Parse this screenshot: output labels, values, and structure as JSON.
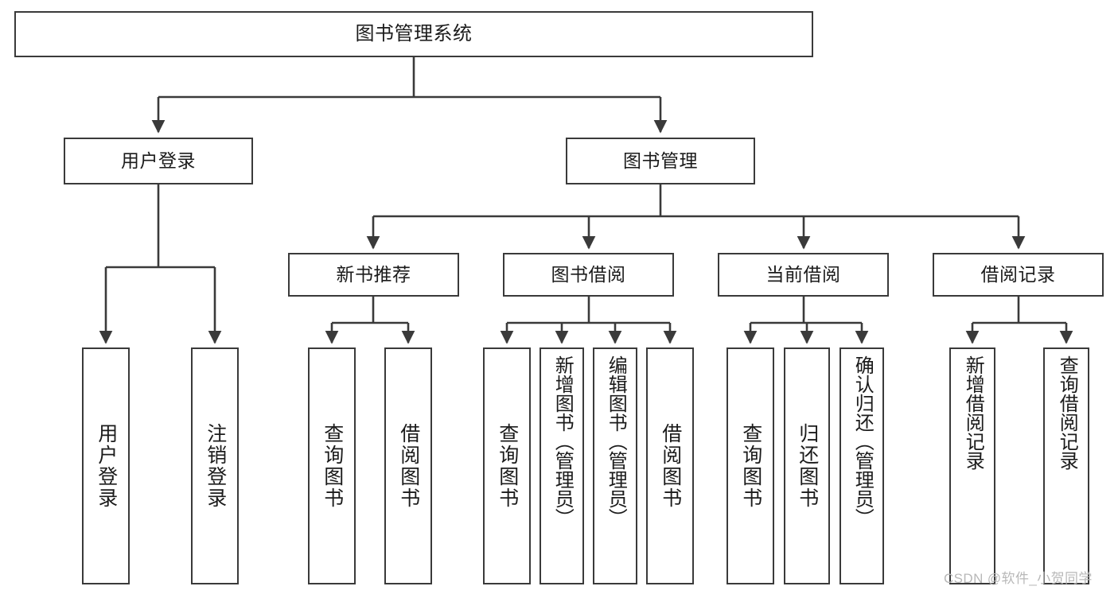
{
  "diagram": {
    "title": "图书管理系统",
    "type": "hierarchy-tree",
    "line_color": "#3a3a3a",
    "box_fill": "#ffffff",
    "background": "#ffffff",
    "levels": 4,
    "nodes": {
      "root": {
        "label": "图书管理系统",
        "level": 0
      },
      "user_login": {
        "label": "用户登录",
        "level": 1
      },
      "book_manage": {
        "label": "图书管理",
        "level": 1
      },
      "new_book_rec": {
        "label": "新书推荐",
        "level": 2
      },
      "book_borrow": {
        "label": "图书借阅",
        "level": 2
      },
      "current_borrow": {
        "label": "当前借阅",
        "level": 2
      },
      "borrow_record": {
        "label": "借阅记录",
        "level": 2
      },
      "leaf_user_login": {
        "label": "用户登录",
        "level": 3
      },
      "leaf_logout": {
        "label": "注销登录",
        "level": 3
      },
      "leaf_query_book_1": {
        "label": "查询图书",
        "level": 3
      },
      "leaf_borrow_book_1": {
        "label": "借阅图书",
        "level": 3
      },
      "leaf_query_book_2": {
        "label": "查询图书",
        "level": 3
      },
      "leaf_add_book": {
        "label": "新增图书（管理员）",
        "level": 3
      },
      "leaf_edit_book": {
        "label": "编辑图书（管理员）",
        "level": 3
      },
      "leaf_borrow_book_2": {
        "label": "借阅图书",
        "level": 3
      },
      "leaf_query_book_3": {
        "label": "查询图书",
        "level": 3
      },
      "leaf_return_book": {
        "label": "归还图书",
        "level": 3
      },
      "leaf_confirm_return": {
        "label": "确认归还（管理员）",
        "level": 3
      },
      "leaf_add_record": {
        "label": "新增借阅记录",
        "level": 3
      },
      "leaf_query_record": {
        "label": "查询借阅记录",
        "level": 3
      }
    }
  },
  "watermark": {
    "text": "CSDN @软件_小贺同学"
  }
}
